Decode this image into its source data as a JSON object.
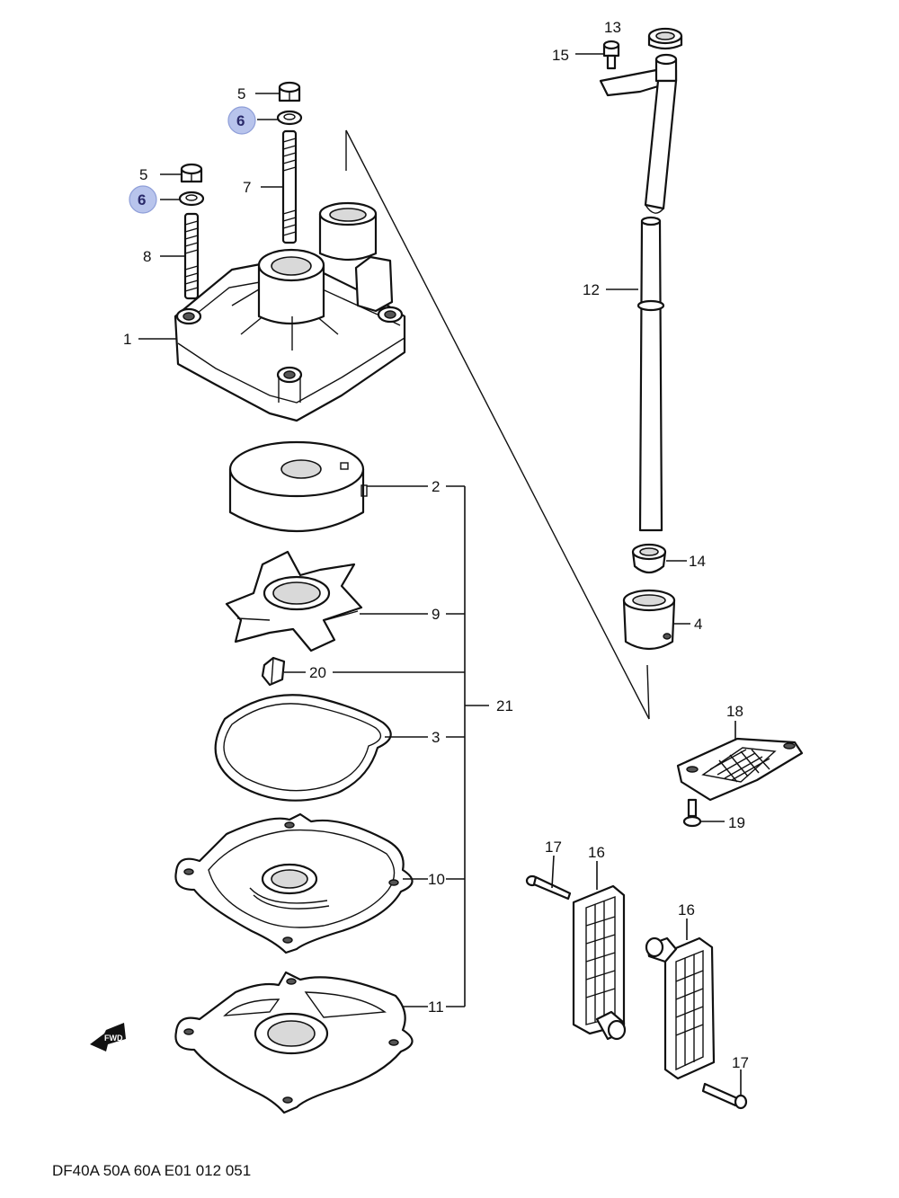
{
  "diagram": {
    "code_label": "DF40A 50A 60A E01 012 051",
    "forward_label": "FWD",
    "highlight_color": "#b8c4ec",
    "callouts": {
      "c1": "1",
      "c2": "2",
      "c3": "3",
      "c4": "4",
      "c5a": "5",
      "c5b": "5",
      "c6a": "6",
      "c6b": "6",
      "c7": "7",
      "c8": "8",
      "c9": "9",
      "c10": "10",
      "c11": "11",
      "c12": "12",
      "c13": "13",
      "c14": "14",
      "c15": "15",
      "c16a": "16",
      "c16b": "16",
      "c17a": "17",
      "c17b": "17",
      "c18": "18",
      "c19": "19",
      "c20": "20",
      "c21": "21"
    }
  }
}
